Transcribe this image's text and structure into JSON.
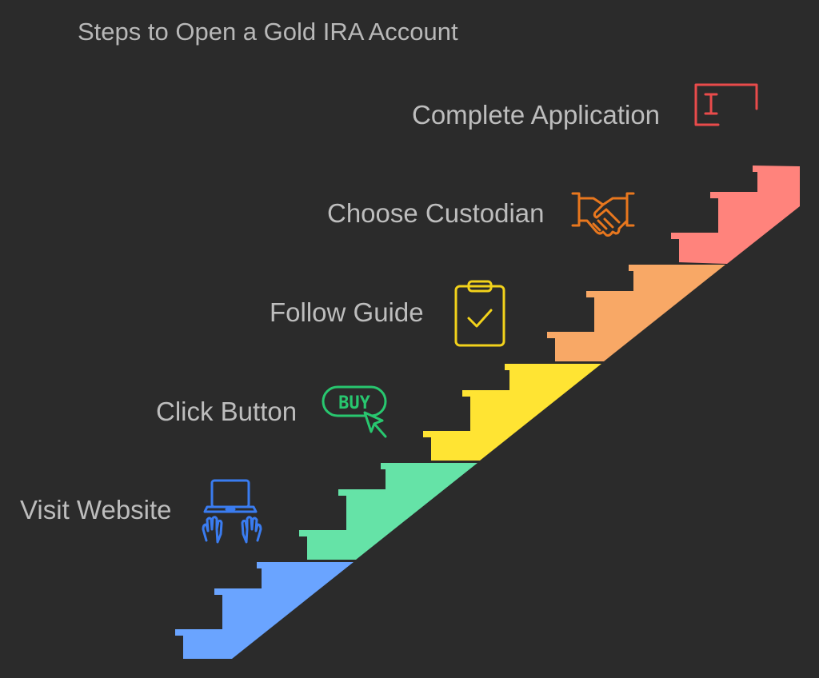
{
  "title": "Steps to Open a Gold IRA Account",
  "steps": [
    {
      "label": "Visit Website",
      "icon": "laptop-typing-icon",
      "color": "#6aa4ff",
      "icon_color": "#3a7cf0"
    },
    {
      "label": "Click Button",
      "icon": "buy-button-cursor-icon",
      "color": "#65e3a7",
      "icon_color": "#28c76f",
      "icon_text": "BUY"
    },
    {
      "label": "Follow Guide",
      "icon": "clipboard-check-icon",
      "color": "#ffe433",
      "icon_color": "#f2d21b"
    },
    {
      "label": "Choose Custodian",
      "icon": "handshake-icon",
      "color": "#f8a866",
      "icon_color": "#e8771e"
    },
    {
      "label": "Complete Application",
      "icon": "application-form-icon",
      "color": "#ff837c",
      "icon_color": "#e94b4b"
    }
  ]
}
